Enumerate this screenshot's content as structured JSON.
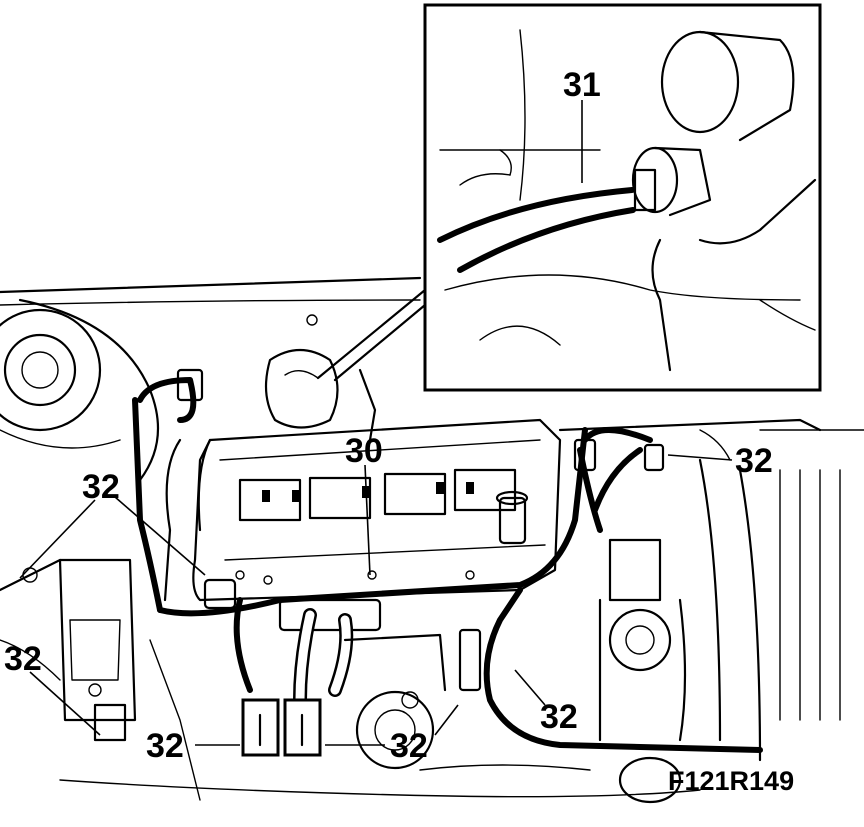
{
  "figure_id": "F121R149",
  "callouts": {
    "c30": "30",
    "c31": "31",
    "c32_top_left": "32",
    "c32_top_right": "32",
    "c32_left": "32",
    "c32_bottom_left": "32",
    "c32_bottom_center": "32",
    "c32_bottom_right": "32"
  }
}
